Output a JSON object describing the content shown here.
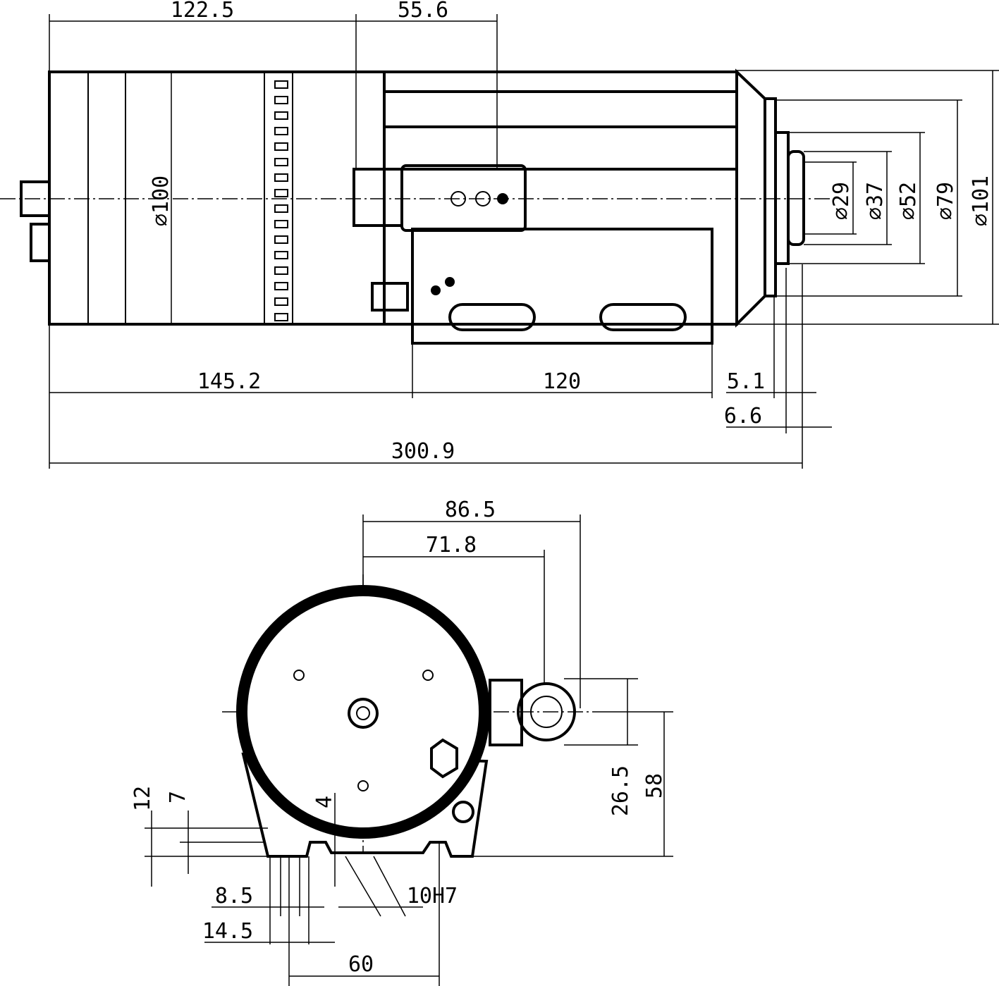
{
  "top_view": {
    "dims": {
      "len_122_5": "122.5",
      "len_55_6": "55.6",
      "dia_100": "⌀100",
      "dia_29": "⌀29",
      "dia_37": "⌀37",
      "dia_52": "⌀52",
      "dia_79": "⌀79",
      "dia_101": "⌀101",
      "len_145_2": "145.2",
      "len_120": "120",
      "len_5_1": "5.1",
      "len_6_6": "6.6",
      "len_300_9": "300.9"
    }
  },
  "end_view": {
    "dims": {
      "len_86_5": "86.5",
      "len_71_8": "71.8",
      "len_26_5": "26.5",
      "len_58": "58",
      "len_12": "12",
      "len_7": "7",
      "len_4": "4",
      "len_8_5": "8.5",
      "len_14_5": "14.5",
      "fit_10h7": "10H7",
      "len_60": "60"
    }
  }
}
